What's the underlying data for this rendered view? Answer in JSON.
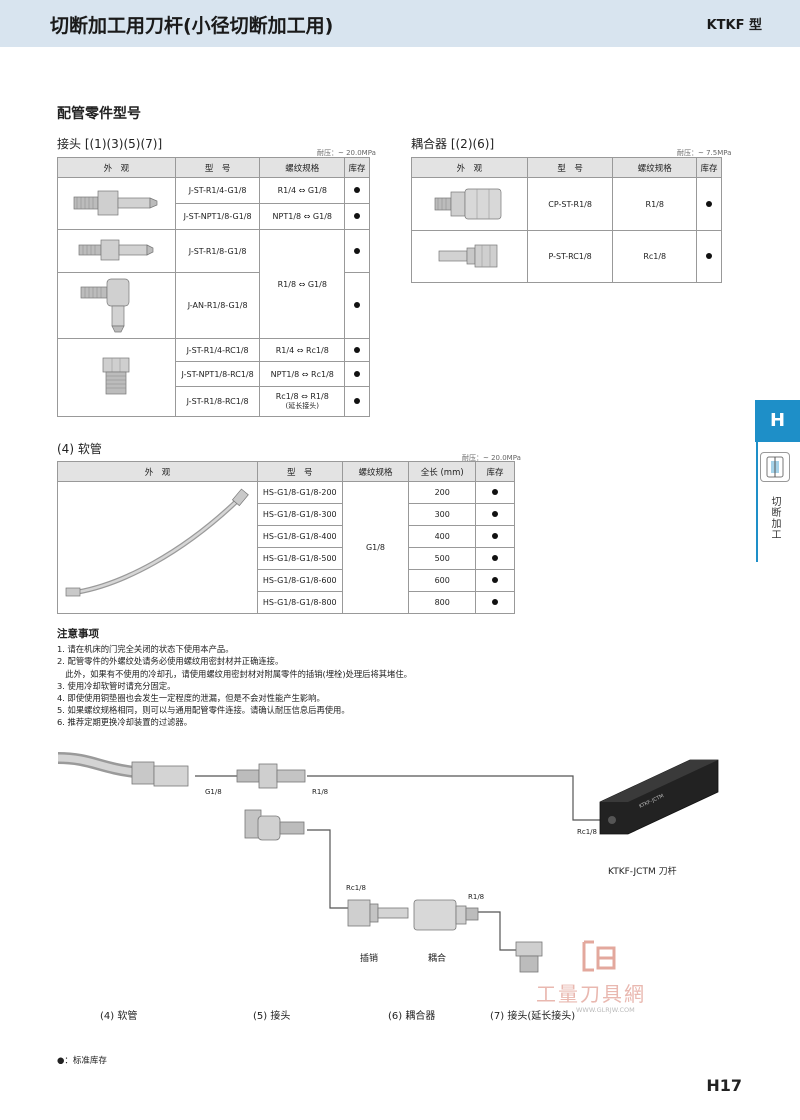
{
  "header": {
    "title": "切断加工用刀杆(小径切断加工用)",
    "model": "KTKF 型"
  },
  "section_title": "配管零件型号",
  "joint_table": {
    "caption": "接头 [(1)(3)(5)(7)]",
    "pressure": "耐压：~ 20.0MPa",
    "headers": [
      "外　观",
      "型　号",
      "螺纹规格",
      "库存"
    ],
    "rows": [
      {
        "model": "J-ST-R1/4-G1/8",
        "thread": "R1/4 ⇔ G1/8"
      },
      {
        "model": "J-ST-NPT1/8-G1/8",
        "thread": "NPT1/8 ⇔ G1/8"
      },
      {
        "model": "J-ST-R1/8-G1/8",
        "thread": "R1/8 ⇔ G1/8"
      },
      {
        "model": "J-AN-R1/8-G1/8"
      },
      {
        "model": "J-ST-R1/4-RC1/8",
        "thread": "R1/4 ⇔ Rc1/8"
      },
      {
        "model": "J-ST-NPT1/8-RC1/8",
        "thread": "NPT1/8 ⇔ Rc1/8"
      },
      {
        "model": "J-ST-R1/8-RC1/8",
        "thread": "Rc1/8 ⇔ R1/8",
        "note": "(延长接头)"
      }
    ]
  },
  "coupler_table": {
    "caption": "耦合器 [(2)(6)]",
    "pressure": "耐压：~ 7.5MPa",
    "headers": [
      "外　观",
      "型　号",
      "螺纹规格",
      "库存"
    ],
    "rows": [
      {
        "model": "CP-ST-R1/8",
        "thread": "R1/8"
      },
      {
        "model": "P-ST-RC1/8",
        "thread": "Rc1/8"
      }
    ]
  },
  "hose_table": {
    "caption": "(4) 软管",
    "pressure": "耐压：~ 20.0MPa",
    "headers": [
      "外　观",
      "型　号",
      "螺纹规格",
      "全长 (mm)",
      "库存"
    ],
    "thread": "G1/8",
    "rows": [
      {
        "model": "HS-G1/8-G1/8-200",
        "length": "200"
      },
      {
        "model": "HS-G1/8-G1/8-300",
        "length": "300"
      },
      {
        "model": "HS-G1/8-G1/8-400",
        "length": "400"
      },
      {
        "model": "HS-G1/8-G1/8-500",
        "length": "500"
      },
      {
        "model": "HS-G1/8-G1/8-600",
        "length": "600"
      },
      {
        "model": "HS-G1/8-G1/8-800",
        "length": "800"
      }
    ]
  },
  "notes": {
    "title": "注意事项",
    "items": [
      "1. 请在机床的门完全关闭的状态下使用本产品。",
      "2. 配管零件的外螺纹处请务必使用螺纹用密封材并正确连接。",
      "　此外，如果有不使用的冷却孔，请使用螺纹用密封材对附属零件的插销(埋栓)处理后将其堵住。",
      "3. 使用冷却软管时请充分固定。",
      "4. 即使使用铜垫圈也会发生一定程度的泄漏，但是不会对性能产生影响。",
      "5. 如果螺纹规格相同，则可以与通用配管零件连接。请确认耐压信息后再使用。",
      "6. 推荐定期更换冷却装置的过滤器。"
    ]
  },
  "diagram": {
    "labels": {
      "g18": "G1/8",
      "r18_top": "R1/8",
      "rc18_holder": "Rc1/8",
      "rc18_plug": "Rc1/8",
      "r18_coupler": "R1/8",
      "holder_name": "KTKF-JCTM 刀杆",
      "plug": "插销",
      "coupler": "耦合",
      "holder_marking": "KTKF-JCTM"
    },
    "captions": [
      "(4) 软管",
      "(5) 接头",
      "(6) 耦合器",
      "(7) 接头(延长接头)"
    ]
  },
  "side": {
    "tab": "H",
    "text": "切断加工"
  },
  "footer": {
    "legend": "●：标准库存",
    "page": "H17"
  },
  "watermark": {
    "cn": "工量刀具網",
    "url": "WWW.GLRJW.COM"
  },
  "colors": {
    "header_bg": "#d8e4ef",
    "side_tab": "#1e8fc8",
    "table_head": "#e3e3e3"
  }
}
